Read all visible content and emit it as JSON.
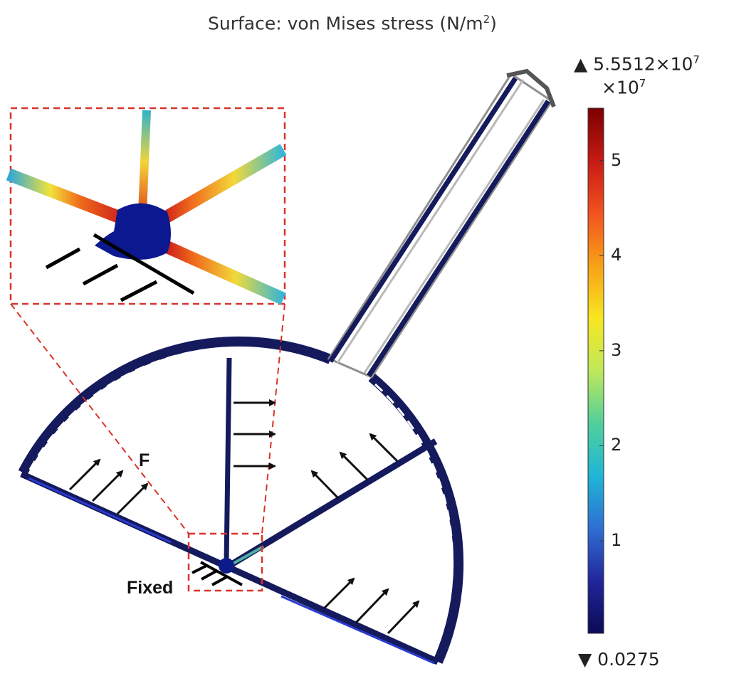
{
  "title": {
    "text": "Surface: von Mises stress (N/m",
    "sup": "2",
    "close": ")"
  },
  "colorbar": {
    "max_prefix": "▲ 5.5512×10",
    "max_exp": "7",
    "multiplier_prefix": "×10",
    "multiplier_exp": "7",
    "min_label": "▼ 0.0275",
    "ticks": [
      "5",
      "4",
      "3",
      "2",
      "1"
    ],
    "tick_values": [
      5,
      4,
      3,
      2,
      1
    ],
    "range": [
      0.0275,
      5.5512
    ],
    "colormap": [
      "#7b0000",
      "#c61a14",
      "#f3521f",
      "#f7a117",
      "#f7e621",
      "#bfe85a",
      "#52cf9c",
      "#1fb6d6",
      "#2f6fd3",
      "#22259b",
      "#0b0b56"
    ]
  },
  "annotations": {
    "force_label": "F",
    "fixed_label": "Fixed"
  },
  "colors": {
    "structure": "#141a5c",
    "callout": "#d9332b",
    "arrow": "#111111"
  },
  "icons": [
    "force-arrow-icon",
    "fixed-support-icon"
  ]
}
